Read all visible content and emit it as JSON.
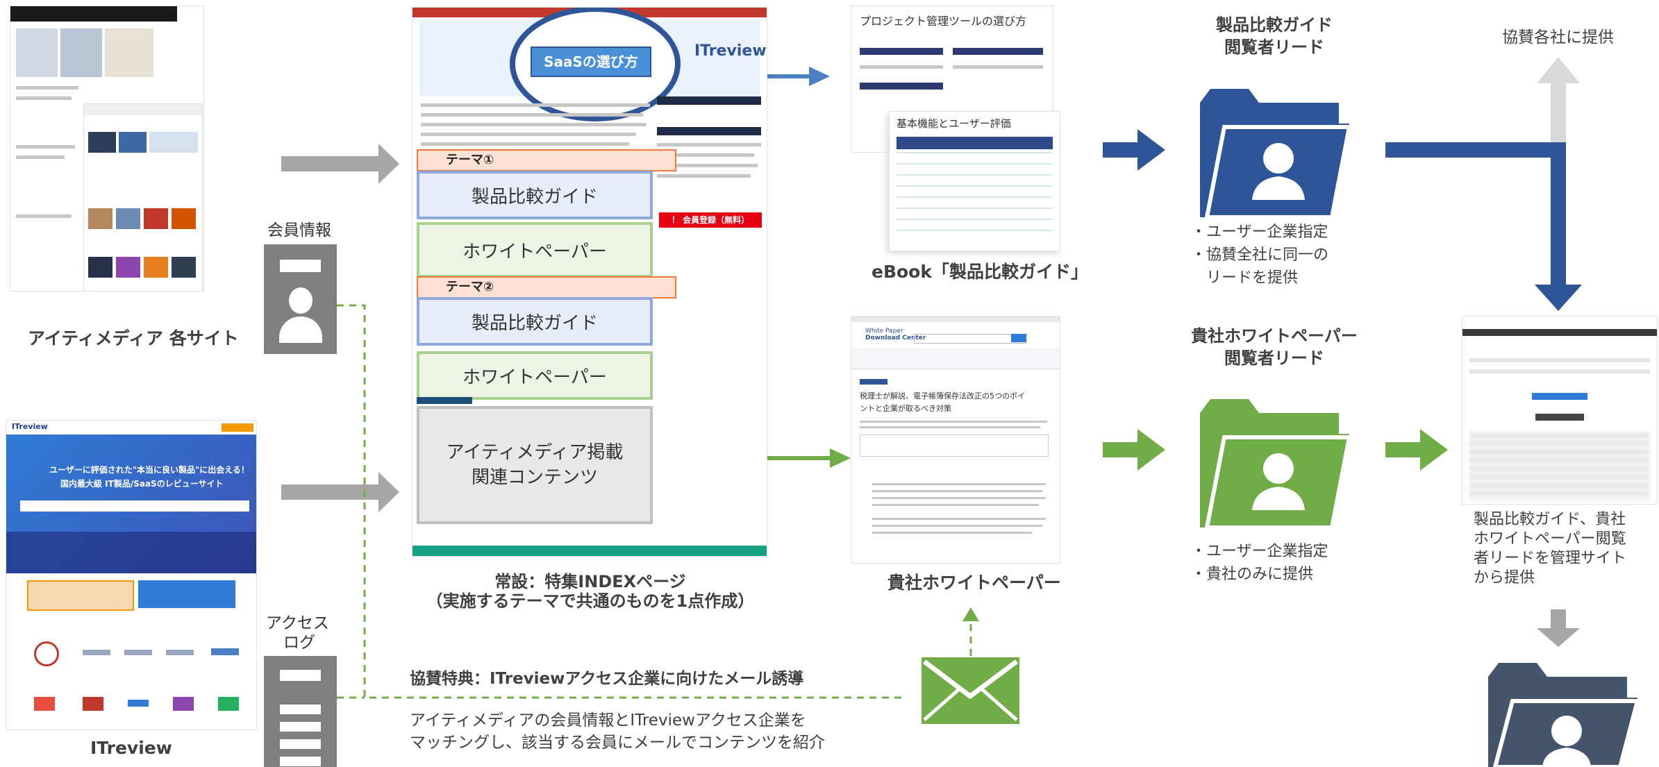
{
  "colors": {
    "arrow_gray": "#a6a6a6",
    "arrow_blue": "#2e5597",
    "arrow_green": "#70ad47",
    "folder_blue": "#2e5597",
    "folder_green": "#70ad47",
    "folder_slate": "#44546a",
    "theme_orange": "#f07a3c",
    "accent_red": "#e60012"
  },
  "icons": {
    "member_doc": "document-icon",
    "access_doc": "document-icon",
    "mail": "envelope-icon",
    "folder_blue": "folder-person-icon",
    "folder_green": "folder-person-icon",
    "folder_bottom": "folder-person-icon"
  },
  "sources": {
    "itmedia_label": "アイティメディア 各サイト",
    "itreview_label": "ITreview",
    "member_info": "会員情報",
    "access_log_line1": "アクセス",
    "access_log_line2": "ログ",
    "itreview_banner_line1": "ユーザーに評価された\"本当に良い製品\"に出会える！",
    "itreview_banner_line2": "国内最大級 IT製品/SaaSのレビューサイト",
    "itreview_logo": "ITreview"
  },
  "index_page": {
    "banner_title": "SaaSの選び方",
    "logo": "ITreview",
    "theme1": "テーマ①",
    "theme2": "テーマ②",
    "box_guide_1": "製品比較ガイド",
    "box_wp_1": "ホワイトペーパー",
    "box_guide_2": "製品比較ガイド",
    "box_wp_2": "ホワイトペーパー",
    "box_related_line1": "アイティメディア掲載",
    "box_related_line2": "関連コンテンツ",
    "register_button": "！ 会員登録（無料）",
    "caption_line1": "常設：特集INDEXページ",
    "caption_line2": "（実施するテーマで共通のものを1点作成）"
  },
  "ebook": {
    "page1_title": "プロジェクト管理ツールの選び方",
    "page2_title": "基本機能とユーザー評価",
    "caption": "eBook「製品比較ガイド」"
  },
  "whitepaper": {
    "header_logo_line1": "White Paper",
    "header_logo_line2": "Download Center",
    "article_title_line1": "税理士が解説、電子帳簿保存法改正の5つのポイ",
    "article_title_line2": "ントと企業が取るべき対策",
    "caption": "貴社ホワイトペーパー"
  },
  "guide_leads": {
    "title_line1": "製品比較ガイド",
    "title_line2": "閲覧者リード",
    "bullets": "・ユーザー企業指定\n・協賛全社に同一の\n　リードを提供"
  },
  "wp_leads": {
    "title_line1": "貴社ホワイトペーパー",
    "title_line2": "閲覧者リード",
    "bullets": "・ユーザー企業指定\n・貴社のみに提供"
  },
  "right_column": {
    "sponsors": "協賛各社に提供",
    "admin_desc": "製品比較ガイド、貴社\nホワイトペーパー閲覧\n者リードを管理サイト\nから提供"
  },
  "mail_benefit": {
    "title": "協賛特典：ITreviewアクセス企業に向けたメール誘導",
    "desc_line1": "アイティメディアの会員情報とITreviewアクセス企業を",
    "desc_line2": "マッチングし、該当する会員にメールでコンテンツを紹介"
  }
}
